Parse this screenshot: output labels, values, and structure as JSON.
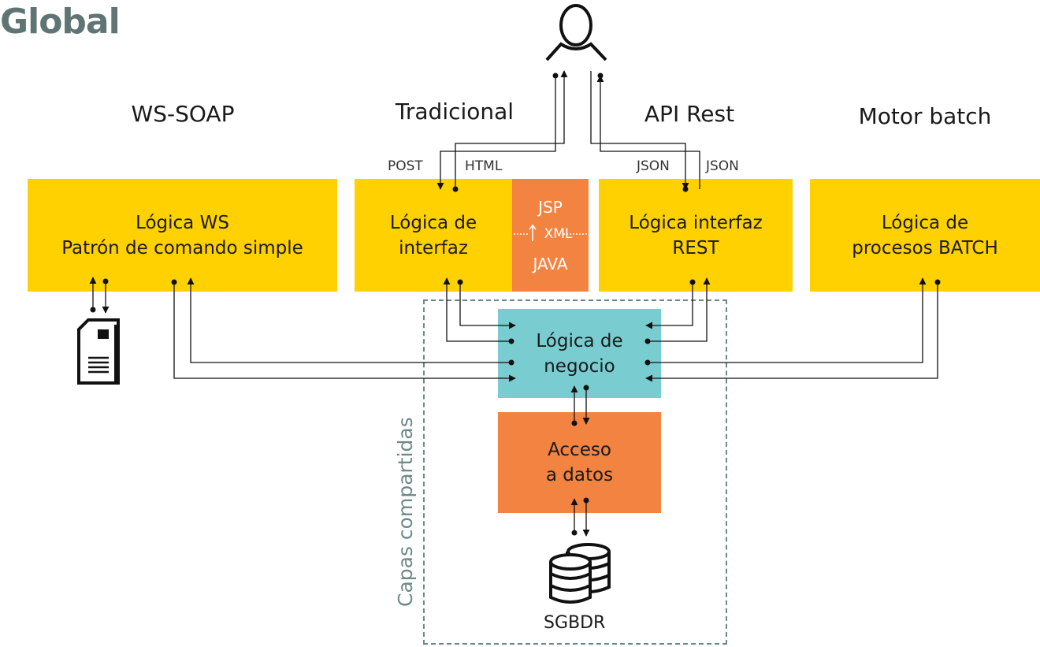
{
  "title": "Global",
  "columns": {
    "ws_soap": "WS-SOAP",
    "tradicional": "Tradicional",
    "api_rest": "API Rest",
    "motor_batch": "Motor batch"
  },
  "boxes": {
    "logica_ws": [
      "Lógica WS",
      "Patrón de comando simple"
    ],
    "logica_interfaz": [
      "Lógica de",
      "interfaz"
    ],
    "logica_rest": [
      "Lógica interfaz",
      "REST"
    ],
    "logica_batch": [
      "Lógica de",
      "procesos BATCH"
    ],
    "logica_negocio": [
      "Lógica de",
      "negocio"
    ],
    "acceso_datos": [
      "Acceso",
      "a datos"
    ]
  },
  "tech_box": {
    "top": "JSP",
    "middle": "XML",
    "bottom": "JAVA"
  },
  "protocol_labels": {
    "post": "POST",
    "html": "HTML",
    "json_left": "JSON",
    "json_right": "JSON"
  },
  "shared_layers_label": "Capas compartidas",
  "database_label": "SGBDR",
  "icons": {
    "user": "user-icon",
    "document": "document-icon",
    "database": "database-icon"
  },
  "colors": {
    "yellow": "#ffd100",
    "orange": "#f28341",
    "teal": "#79cdd0",
    "title": "#5f7574"
  }
}
